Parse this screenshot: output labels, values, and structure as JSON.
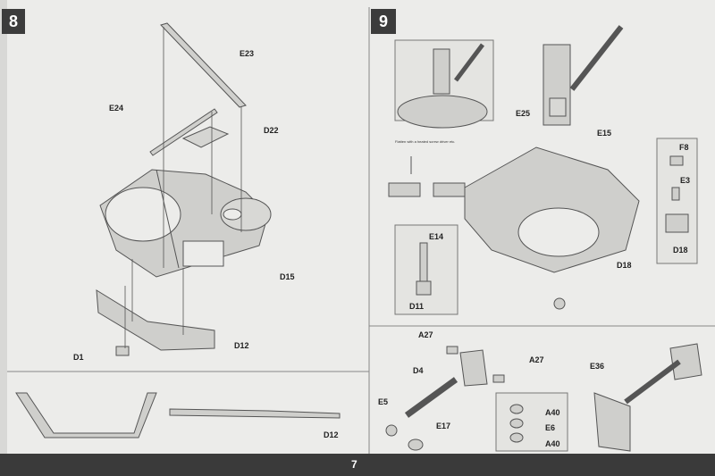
{
  "page": {
    "number": "7"
  },
  "step8": {
    "number": "8",
    "labels": {
      "e23": "E23",
      "e24": "E24",
      "d22": "D22",
      "d15": "D15",
      "d12": "D12",
      "d1": "D1",
      "d12_detail": "D12"
    }
  },
  "step9": {
    "number": "9",
    "labels": {
      "e25": "E25",
      "e15": "E15",
      "f8": "F8",
      "e3": "E3",
      "d18_right": "D18",
      "e14": "E14",
      "d11": "D11",
      "d18": "D18",
      "a27_left": "A27",
      "a27_right": "A27",
      "d4": "D4",
      "e5": "E5",
      "e17": "E17",
      "e36": "E36",
      "a40_top": "A40",
      "e6": "E6",
      "a40_bottom": "A40"
    },
    "note": "Flatten with a heated screw driver etc."
  },
  "colors": {
    "step_badge": "#3c3c3c",
    "part_fill": "#c9c9c6",
    "line": "#555555"
  }
}
